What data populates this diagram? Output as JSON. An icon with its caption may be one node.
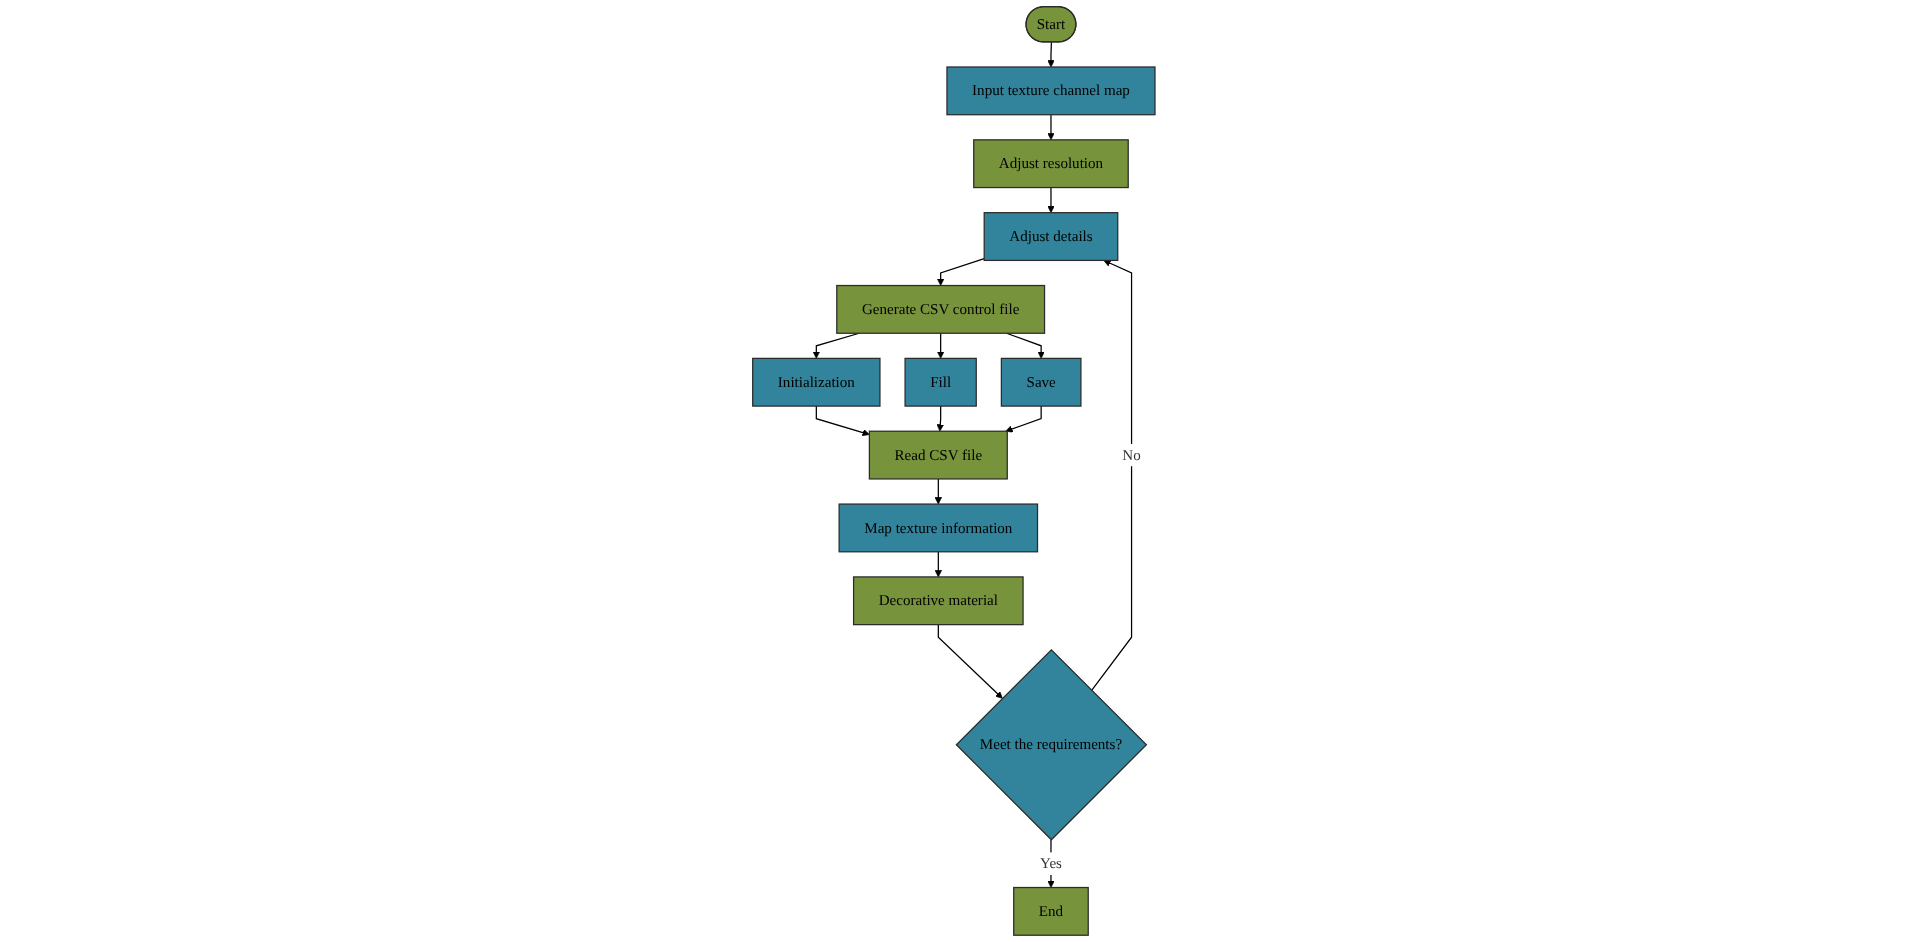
{
  "diagram": {
    "nodes": [
      {
        "text": [
          "Start"
        ]
      },
      {
        "text": [
          "Input texture channel map"
        ]
      },
      {
        "text": [
          "Adjust resolution"
        ]
      },
      {
        "text": [
          "Adjust details"
        ]
      },
      {
        "text": [
          "Generate CSV control file"
        ]
      },
      {
        "text": [
          "Initialization"
        ]
      },
      {
        "text": [
          "Fill"
        ]
      },
      {
        "text": [
          "Save"
        ]
      },
      {
        "text": [
          "Read CSV file"
        ]
      },
      {
        "text": [
          "Map texture information"
        ]
      },
      {
        "text": [
          "Decorative material"
        ]
      },
      {
        "text": [
          "Meet the requirements?"
        ]
      },
      {
        "text": [
          "End"
        ]
      }
    ],
    "edges": [
      {
        "from": 0,
        "to": 1,
        "arrow": "to"
      },
      {
        "from": 1,
        "to": 2,
        "arrow": "to"
      },
      {
        "from": 2,
        "to": 3,
        "arrow": "to"
      },
      {
        "from": 3,
        "to": 4,
        "arrow": "to"
      },
      {
        "from": 4,
        "to": 5,
        "arrow": "to"
      },
      {
        "from": 4,
        "to": 6,
        "arrow": "to"
      },
      {
        "from": 4,
        "to": 7,
        "arrow": "to"
      },
      {
        "from": 5,
        "to": 8,
        "arrow": "to"
      },
      {
        "from": 6,
        "to": 8,
        "arrow": "to"
      },
      {
        "from": 7,
        "to": 8,
        "arrow": "to"
      },
      {
        "from": 8,
        "to": 9,
        "arrow": "to"
      },
      {
        "from": 9,
        "to": 10,
        "arrow": "to"
      },
      {
        "from": 10,
        "to": 11,
        "arrow": "to"
      },
      {
        "from": 11,
        "to": 3,
        "label": "No",
        "arrow": "to"
      },
      {
        "from": 11,
        "to": 12,
        "label": "Yes",
        "arrow": "to"
      }
    ]
  }
}
